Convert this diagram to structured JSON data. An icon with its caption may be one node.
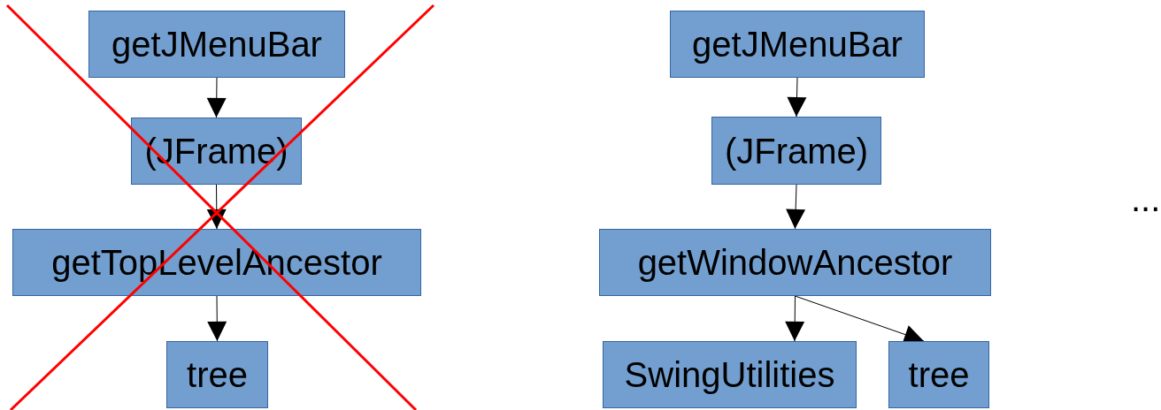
{
  "diagram": {
    "nodes": [
      {
        "text": [
          "getJMenuBar"
        ]
      },
      {
        "text": [
          "(JFrame)"
        ]
      },
      {
        "text": [
          "getTopLevelAncestor"
        ]
      },
      {
        "text": [
          "tree"
        ]
      },
      {
        "text": [
          "getJMenuBar"
        ]
      },
      {
        "text": [
          "(JFrame)"
        ]
      },
      {
        "text": [
          "getWindowAncestor"
        ]
      },
      {
        "text": [
          "SwingUtilities"
        ]
      },
      {
        "text": [
          "tree"
        ]
      }
    ],
    "edges": [
      {
        "from": 0,
        "to": 1,
        "arrow": "to"
      },
      {
        "from": 1,
        "to": 2,
        "arrow": "to"
      },
      {
        "from": 2,
        "to": 3,
        "arrow": "to"
      },
      {
        "from": 4,
        "to": 5,
        "arrow": "to"
      },
      {
        "from": 5,
        "to": 6,
        "arrow": "to"
      },
      {
        "from": 6,
        "to": 7,
        "arrow": "to"
      },
      {
        "from": 6,
        "to": 8,
        "arrow": "to"
      }
    ],
    "labels": [
      "..."
    ]
  }
}
